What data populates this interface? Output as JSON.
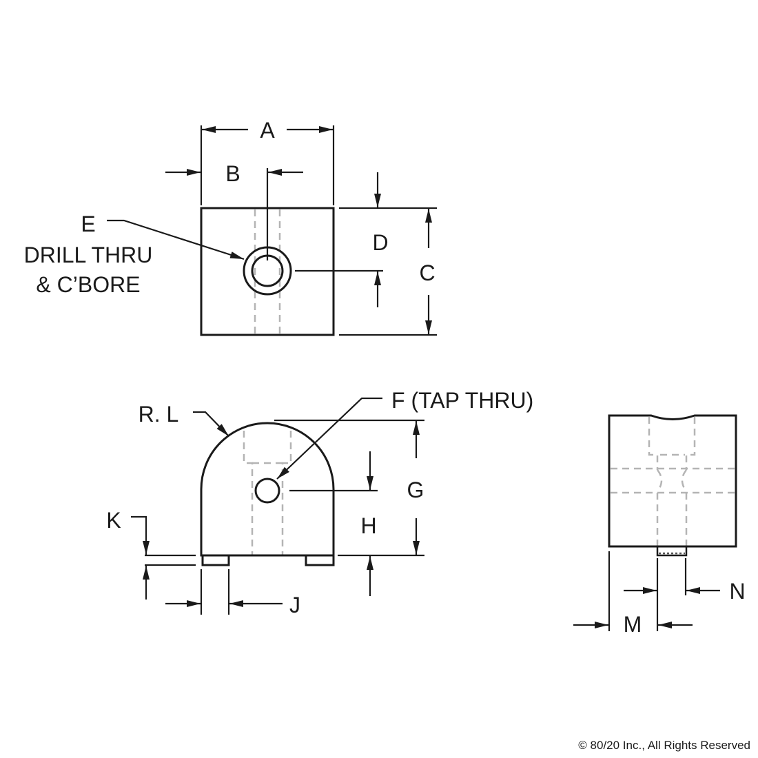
{
  "labels": {
    "A": "A",
    "B": "B",
    "C": "C",
    "D": "D",
    "E": "E",
    "drill_thru": "DRILL THRU",
    "cbore": "& C’BORE",
    "F": "F (TAP THRU)",
    "G": "G",
    "H": "H",
    "J": "J",
    "K": "K",
    "RL": "R. L",
    "M": "M",
    "N": "N"
  },
  "copyright": "© 80/20 Inc., All Rights Reserved"
}
